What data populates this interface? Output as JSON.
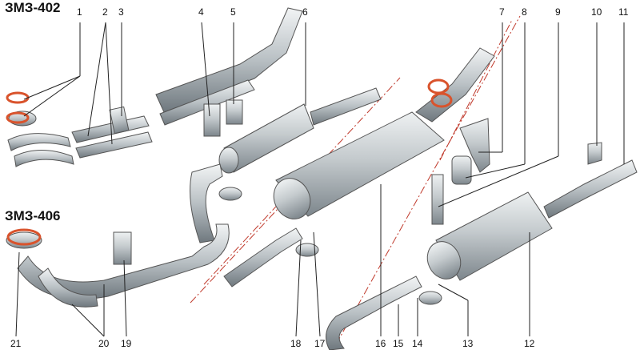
{
  "engines": [
    {
      "id": "e402",
      "label": "ЗМЗ-402"
    },
    {
      "id": "e406",
      "label": "ЗМЗ-406"
    }
  ],
  "callouts": [
    "1",
    "2",
    "3",
    "4",
    "5",
    "6",
    "7",
    "8",
    "9",
    "10",
    "11",
    "12",
    "13",
    "14",
    "15",
    "16",
    "17",
    "18",
    "19",
    "20",
    "21"
  ],
  "colors": {
    "metal_light": "#d7dcdf",
    "metal_dark": "#7d868c",
    "gasket": "#d9532c",
    "dash": "#c0392b"
  }
}
